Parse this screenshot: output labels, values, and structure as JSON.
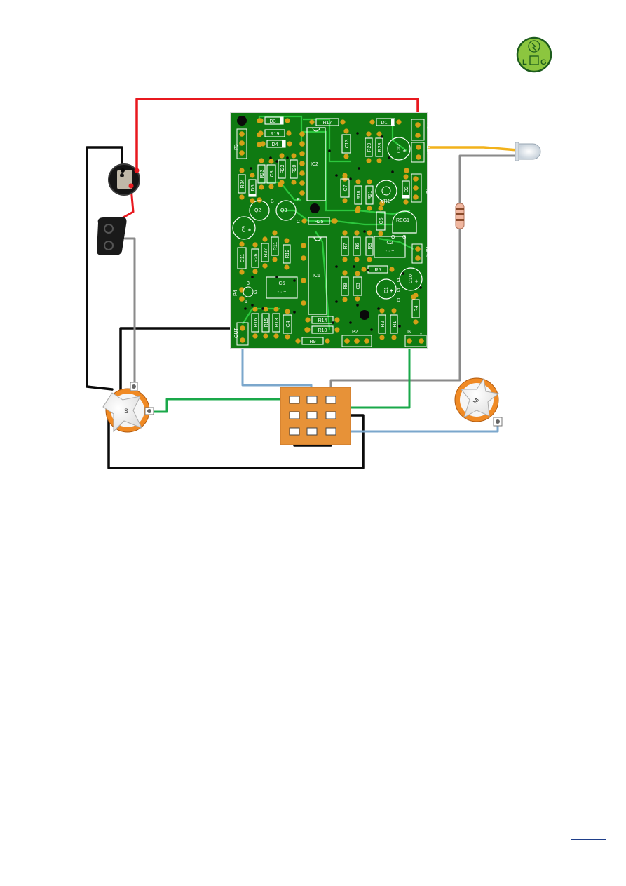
{
  "logo": {
    "letters": [
      "L",
      "G"
    ],
    "fill": "#8cc63f",
    "ring": "#1d5c1d"
  },
  "colors": {
    "pcb": "#0f7a12",
    "pcb_border": "#d9d9d9",
    "pad": "#d4a017",
    "trace": "#2ecc40",
    "wire_red": "#e8191f",
    "wire_black": "#0a0a0a",
    "wire_grey": "#8a8a8a",
    "wire_green": "#1aa84a",
    "wire_blue": "#7ba7cc",
    "wire_yellow": "#f2b21b",
    "switch_body": "#e0892e",
    "pot_ring": "#f08a24"
  },
  "pcb": {
    "ics": [
      "IC2",
      "IC1"
    ],
    "transistors": [
      "Q2",
      "Q3"
    ],
    "regulator": "REG1",
    "trimmer": "VR1",
    "diodes": [
      "D3",
      "D4",
      "D1",
      "D5",
      "D2"
    ],
    "resistors": [
      "R17",
      "R19",
      "R24",
      "R23",
      "R22",
      "R20",
      "R18",
      "R21",
      "R29",
      "R28",
      "R25",
      "R26",
      "R27",
      "R11",
      "R12",
      "R7",
      "R6",
      "R3",
      "R5",
      "R8",
      "R4",
      "R14",
      "R10",
      "R9",
      "R16",
      "R15",
      "R13",
      "R2",
      "R1"
    ],
    "capacitors": [
      "C13",
      "C12",
      "C8",
      "C7",
      "C9",
      "C6",
      "C2",
      "C11",
      "C5",
      "C4",
      "C3",
      "C1",
      "C10"
    ],
    "connectors": [
      "P3",
      "P1",
      "P4",
      "P2",
      "SW1"
    ],
    "pin_labels": [
      "+9V",
      "LED+",
      "IN",
      "OUT",
      "B",
      "E",
      "C",
      "S",
      "G",
      "D",
      "O",
      "G"
    ],
    "p4_pins": [
      "3",
      "2",
      "1"
    ]
  },
  "pots": [
    {
      "label": "S"
    },
    {
      "label": "M"
    }
  ]
}
